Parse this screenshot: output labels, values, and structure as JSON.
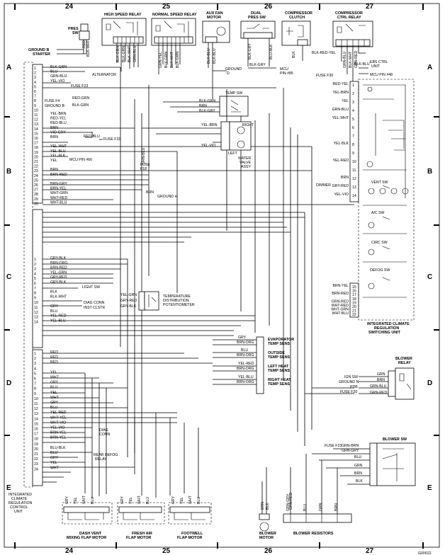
{
  "grid": {
    "columns": [
      "24",
      "25",
      "26",
      "27"
    ],
    "rows": [
      "A",
      "B",
      "C",
      "D",
      "E"
    ]
  },
  "components": {
    "high_speed_relay": "HIGH SPEED RELAY",
    "normal_speed_relay": "NORMAL SPEED RELAY",
    "aux_fan_motor": [
      "AUX FAN",
      "MOTOR"
    ],
    "dual_pres_sw": [
      "DUAL",
      "PRES SW"
    ],
    "compressor_clutch": [
      "COMPRESSOR",
      "CLUTCH"
    ],
    "compressor_ctrl_relay": [
      "COMPRESSOR",
      "CTRL RELAY"
    ],
    "pres_sw": [
      "PRES",
      "SW"
    ],
    "ground_b_starter": [
      "GROUND B",
      "STARTER"
    ],
    "alternator": "ALTERNATOR",
    "fuse_f23": "FUSE F23",
    "fuse_f4_ground_b": [
      "FUSE F4",
      "GROUND B"
    ],
    "temp_sw": "TEMP SW",
    "fuse_f31": "FUSE F31",
    "mcu_pin_66": "MCU PIN #66",
    "fuse_f18": [
      "FUSE",
      "F18"
    ],
    "ground_h": "GROUND H",
    "water_valve": [
      "WATER",
      "VALVE",
      "ASSY"
    ],
    "right": "RIGHT",
    "left": "LEFT",
    "ground_d": [
      "GROUND",
      "D"
    ],
    "mcu_pin_85": [
      "MCU",
      "PIN #85"
    ],
    "fuse_f30": "FUSE F30",
    "ebs_ctrl_unit": [
      "EBS CTRL",
      "UNIT"
    ],
    "mcu_pin_48": "MCU PIN #48",
    "dimmer": "DIMMER",
    "vent_sw": "VENT SW",
    "ac_sw": "A/C SW",
    "circ_sw": "CIRC SW",
    "defog_sw": "DEFOG SW",
    "light_sw": "LIGHT SW",
    "diag_conn": "DIAG CONN",
    "inst_clstr": "INST CLSTR",
    "temp_dist_pot": [
      "TEMPERATURE",
      "DISTRIBUTION",
      "POTENTIOMETER"
    ],
    "switching_unit": [
      "INTEGRATED CLIMATE",
      "REGULATION",
      "SWITCHING UNIT"
    ],
    "evap_temp_sens": [
      "EVAPORATOR",
      "TEMP SENS"
    ],
    "outside_temp_sens": [
      "OUTSIDE",
      "TEMP SENS"
    ],
    "left_heat_temp_sens": [
      "LEFT HEAT",
      "TEMP SENS"
    ],
    "right_heat_temp_sens": [
      "RIGHT HEAT",
      "TEMP SENS"
    ],
    "blower_relay": [
      "BLOWER",
      "RELAY"
    ],
    "ign_sw": "IGN SW",
    "ground_n": "GROUND N",
    "pdb_fuse_f20": [
      "PDB",
      "FUSE F20"
    ],
    "diag_conn2": [
      "DIAG",
      "CONN"
    ],
    "rear_defog_relay": [
      "REAR DEFOG",
      "RELAY"
    ],
    "blower_sw": "BLOWER SW",
    "fuse_f23b": "FUSE F23",
    "icr_control_unit": [
      "INTEGRATED",
      "CLIMATE",
      "REGULATION",
      "CONTROL",
      "UNIT"
    ],
    "dash_vent_motor": [
      "DASH VENT",
      "MIXING FLAP MOTOR"
    ],
    "fresh_air_motor": [
      "FRESH AIR",
      "FLAP MOTOR"
    ],
    "footwell_motor": [
      "FOOTWELL",
      "FLAP MOTOR"
    ],
    "blower_motor": [
      "BLOWER",
      "MOTOR"
    ],
    "blower_resistors": "BLOWER RESISTORS"
  },
  "left_wires": [
    {
      "pin": "1",
      "color": "BLK-GRN"
    },
    {
      "pin": "2",
      "color": "BLU"
    },
    {
      "pin": "3",
      "color": "GRN-BLU"
    },
    {
      "pin": "4",
      "color": "YEL-VIO"
    },
    {
      "pin": "5",
      "color": ""
    },
    {
      "pin": "6",
      "color": ""
    },
    {
      "pin": "7",
      "color": ""
    },
    {
      "pin": "8",
      "color": ""
    },
    {
      "pin": "9",
      "color": ""
    },
    {
      "pin": "10",
      "color": ""
    },
    {
      "pin": "11",
      "color": "YEL-BRN"
    },
    {
      "pin": "12",
      "color": "RED-YEL"
    },
    {
      "pin": "13",
      "color": "RED-BLU"
    },
    {
      "pin": "14",
      "color": "BRN"
    },
    {
      "pin": "15",
      "color": "VIO-GRY"
    },
    {
      "pin": "16",
      "color": "BRN"
    },
    {
      "pin": "17",
      "color": ""
    },
    {
      "pin": "18",
      "color": "YEL-WHT"
    },
    {
      "pin": "19",
      "color": "YEL-BLU"
    },
    {
      "pin": "20",
      "color": "YEL-BLK"
    },
    {
      "pin": "21",
      "color": "YEL"
    },
    {
      "pin": "22",
      "color": ""
    },
    {
      "pin": "23",
      "color": "BRN"
    },
    {
      "pin": "24",
      "color": "BRN-RED"
    },
    {
      "pin": "25",
      "color": ""
    },
    {
      "pin": "26",
      "color": "BRN-GRY"
    },
    {
      "pin": "27",
      "color": "BRN-YEL"
    },
    {
      "pin": "28",
      "color": "WHT-GRN"
    },
    {
      "pin": "29",
      "color": "WHT-RED"
    },
    {
      "pin": "30",
      "color": "WHT-BLU"
    }
  ],
  "left_wires_c": [
    {
      "pin": "1",
      "color": "GRY-BLK"
    },
    {
      "pin": "2",
      "color": "BRN-ORG"
    },
    {
      "pin": "3",
      "color": "BRN-RED"
    },
    {
      "pin": "4",
      "color": "YEL-GRN"
    },
    {
      "pin": "5",
      "color": "GRY-RED"
    },
    {
      "pin": "6",
      "color": "GRY-BLK"
    },
    {
      "pin": "7",
      "color": ""
    },
    {
      "pin": "8",
      "color": "BLK"
    },
    {
      "pin": "9",
      "color": "BLK-WHT"
    },
    {
      "pin": "10",
      "color": ""
    },
    {
      "pin": "11",
      "color": "GRY"
    },
    {
      "pin": "12",
      "color": "BLU"
    },
    {
      "pin": "13",
      "color": "YEL-RED"
    },
    {
      "pin": "14",
      "color": "YEL-BLU"
    }
  ],
  "left_wires_d": [
    {
      "pin": "1",
      "color": "RED"
    },
    {
      "pin": "2",
      "color": "RED"
    },
    {
      "pin": "3",
      "color": "RED"
    },
    {
      "pin": "4",
      "color": ""
    },
    {
      "pin": "5",
      "color": "YEL"
    },
    {
      "pin": "6",
      "color": "WHT"
    },
    {
      "pin": "7",
      "color": "GRY"
    },
    {
      "pin": "8",
      "color": "BLU"
    },
    {
      "pin": "9",
      "color": "YEL"
    },
    {
      "pin": "10",
      "color": "WHT"
    },
    {
      "pin": "11",
      "color": "GRY"
    },
    {
      "pin": "12",
      "color": "BLU"
    },
    {
      "pin": "13",
      "color": "YEL-RED"
    },
    {
      "pin": "14",
      "color": "WHT-YEL"
    },
    {
      "pin": "15",
      "color": "WHT-VIO"
    },
    {
      "pin": "16",
      "color": "YEL-VIO"
    },
    {
      "pin": "17",
      "color": "BRN-YEL"
    },
    {
      "pin": "18",
      "color": "BRN-YEL"
    },
    {
      "pin": "19",
      "color": ""
    },
    {
      "pin": "20",
      "color": "BLU-BLK"
    },
    {
      "pin": "21",
      "color": "BLU"
    },
    {
      "pin": "22",
      "color": "GRY"
    },
    {
      "pin": "23",
      "color": "YEL"
    },
    {
      "pin": "24",
      "color": "WHT"
    }
  ],
  "right_unit_wires_top": [
    {
      "pin": "1",
      "color": "RED-YEL"
    },
    {
      "pin": "2",
      "color": "YEL-BRN"
    },
    {
      "pin": "3",
      "color": "YEL"
    },
    {
      "pin": "4",
      "color": "GRN-BLU"
    },
    {
      "pin": "5",
      "color": "YEL-WHT"
    },
    {
      "pin": "6",
      "color": ""
    },
    {
      "pin": "7",
      "color": ""
    },
    {
      "pin": "8",
      "color": "YEL-BLK"
    },
    {
      "pin": "9",
      "color": ""
    },
    {
      "pin": "10",
      "color": "YEL-RED"
    },
    {
      "pin": "11",
      "color": ""
    },
    {
      "pin": "12",
      "color": "BRN"
    },
    {
      "pin": "13",
      "color": "GRY-RED"
    },
    {
      "pin": "14",
      "color": "YEL-VIO"
    }
  ],
  "right_unit_wires_bottom": [
    {
      "pin": "15",
      "color": "BRN-YEL"
    },
    {
      "pin": "16",
      "color": ""
    },
    {
      "pin": "17",
      "color": "BRN-RED"
    },
    {
      "pin": "18",
      "color": ""
    },
    {
      "pin": "19",
      "color": "GRN-RED"
    },
    {
      "pin": "20",
      "color": "WHT-RED"
    },
    {
      "pin": "21",
      "color": "WHT-GRN"
    },
    {
      "pin": "22",
      "color": "WHT-BLU"
    }
  ],
  "sensor_wires": [
    {
      "pin": "1",
      "color": "GRY"
    },
    {
      "pin": "2",
      "color": "BRN-ORG"
    },
    {
      "pin": "1",
      "color": "BLU"
    },
    {
      "pin": "2",
      "color": "BRN-ORG"
    },
    {
      "pin": "1",
      "color": "YEL-RED"
    },
    {
      "pin": "2",
      "color": "BRN-ORG"
    },
    {
      "pin": "1",
      "color": "YEL-BLU"
    },
    {
      "pin": "2",
      "color": "BRN-ORG"
    }
  ],
  "blower_relay_wires": [
    {
      "pin": "1",
      "color": "GRN"
    },
    {
      "pin": "2",
      "color": "BRN"
    },
    {
      "pin": "3",
      "color": "GRN-BLU"
    },
    {
      "pin": "5",
      "color": "GRN-RED"
    }
  ],
  "blower_sw_wires": [
    {
      "pin": "1",
      "color": "GRN-BRN"
    },
    {
      "pin": "2",
      "color": "GRN-GRY"
    },
    {
      "pin": "3",
      "color": "BLU"
    },
    {
      "pin": "4",
      "color": "GRN"
    },
    {
      "pin": "5",
      "color": "BRN"
    },
    {
      "pin": "6",
      "color": "BLK"
    }
  ],
  "top_relay_wires": {
    "high": [
      "BLK-GRN",
      "BLK-GRN",
      "BLK-WHT",
      "GRN-BLU"
    ],
    "normal": [
      "GRN-YEL",
      "BLK-GRN",
      "BLK-WHT",
      "BLK-GRN"
    ],
    "aux": [
      "BLK-BLU",
      "BLK-BLU"
    ],
    "pres": [
      "RED",
      "BLK-WHT"
    ],
    "dual": [
      "BLK-GRY",
      "BLU-BLK"
    ],
    "clutch": [
      "BLK"
    ],
    "ctrl": [
      "BLK-RED-YEL",
      "GRN-BLU",
      "BLK-WHT",
      "GRN-RED"
    ]
  },
  "temp_sw_wires": [
    "BLK-GRN",
    "BRN",
    "BLK-GRY"
  ],
  "motor_wires": {
    "dash": [
      "GRY",
      "YEL",
      "WHT",
      "BLU"
    ],
    "fresh": [
      "GRY",
      "YEL",
      "WHT",
      "BLU"
    ],
    "foot": [
      "GRY",
      "YEL",
      "WHT",
      "BLU"
    ],
    "blower": [
      "BRN",
      "BLK"
    ],
    "resistors": [
      "GRN-GRY",
      "BLU",
      "GRN",
      "BRN"
    ]
  },
  "misc_labels": {
    "grn_blu": "GRN-BLU",
    "blk_blu": "BLK-BLU",
    "blk_gry": "BLK-GRY",
    "red_grn": "RED-GRN",
    "blk_grn": "BLK-GRN",
    "brn": "BRN",
    "yel_brn": "YEL-BRN",
    "yel_vio": "YEL-VIO",
    "grn_red": "GRN-RED",
    "blk_red_yel": "BLK-RED-YEL",
    "blk_wht": "BLK-WHT",
    "gry_blk": "GRY-BLK",
    "yel_grn": "YEL-GRN",
    "grn_red2": "GRN-RED",
    "gry_red": "GRY-RED",
    "wht_yel": "WHT-YEL",
    "blk": "BLK"
  },
  "page_id": "G00022"
}
